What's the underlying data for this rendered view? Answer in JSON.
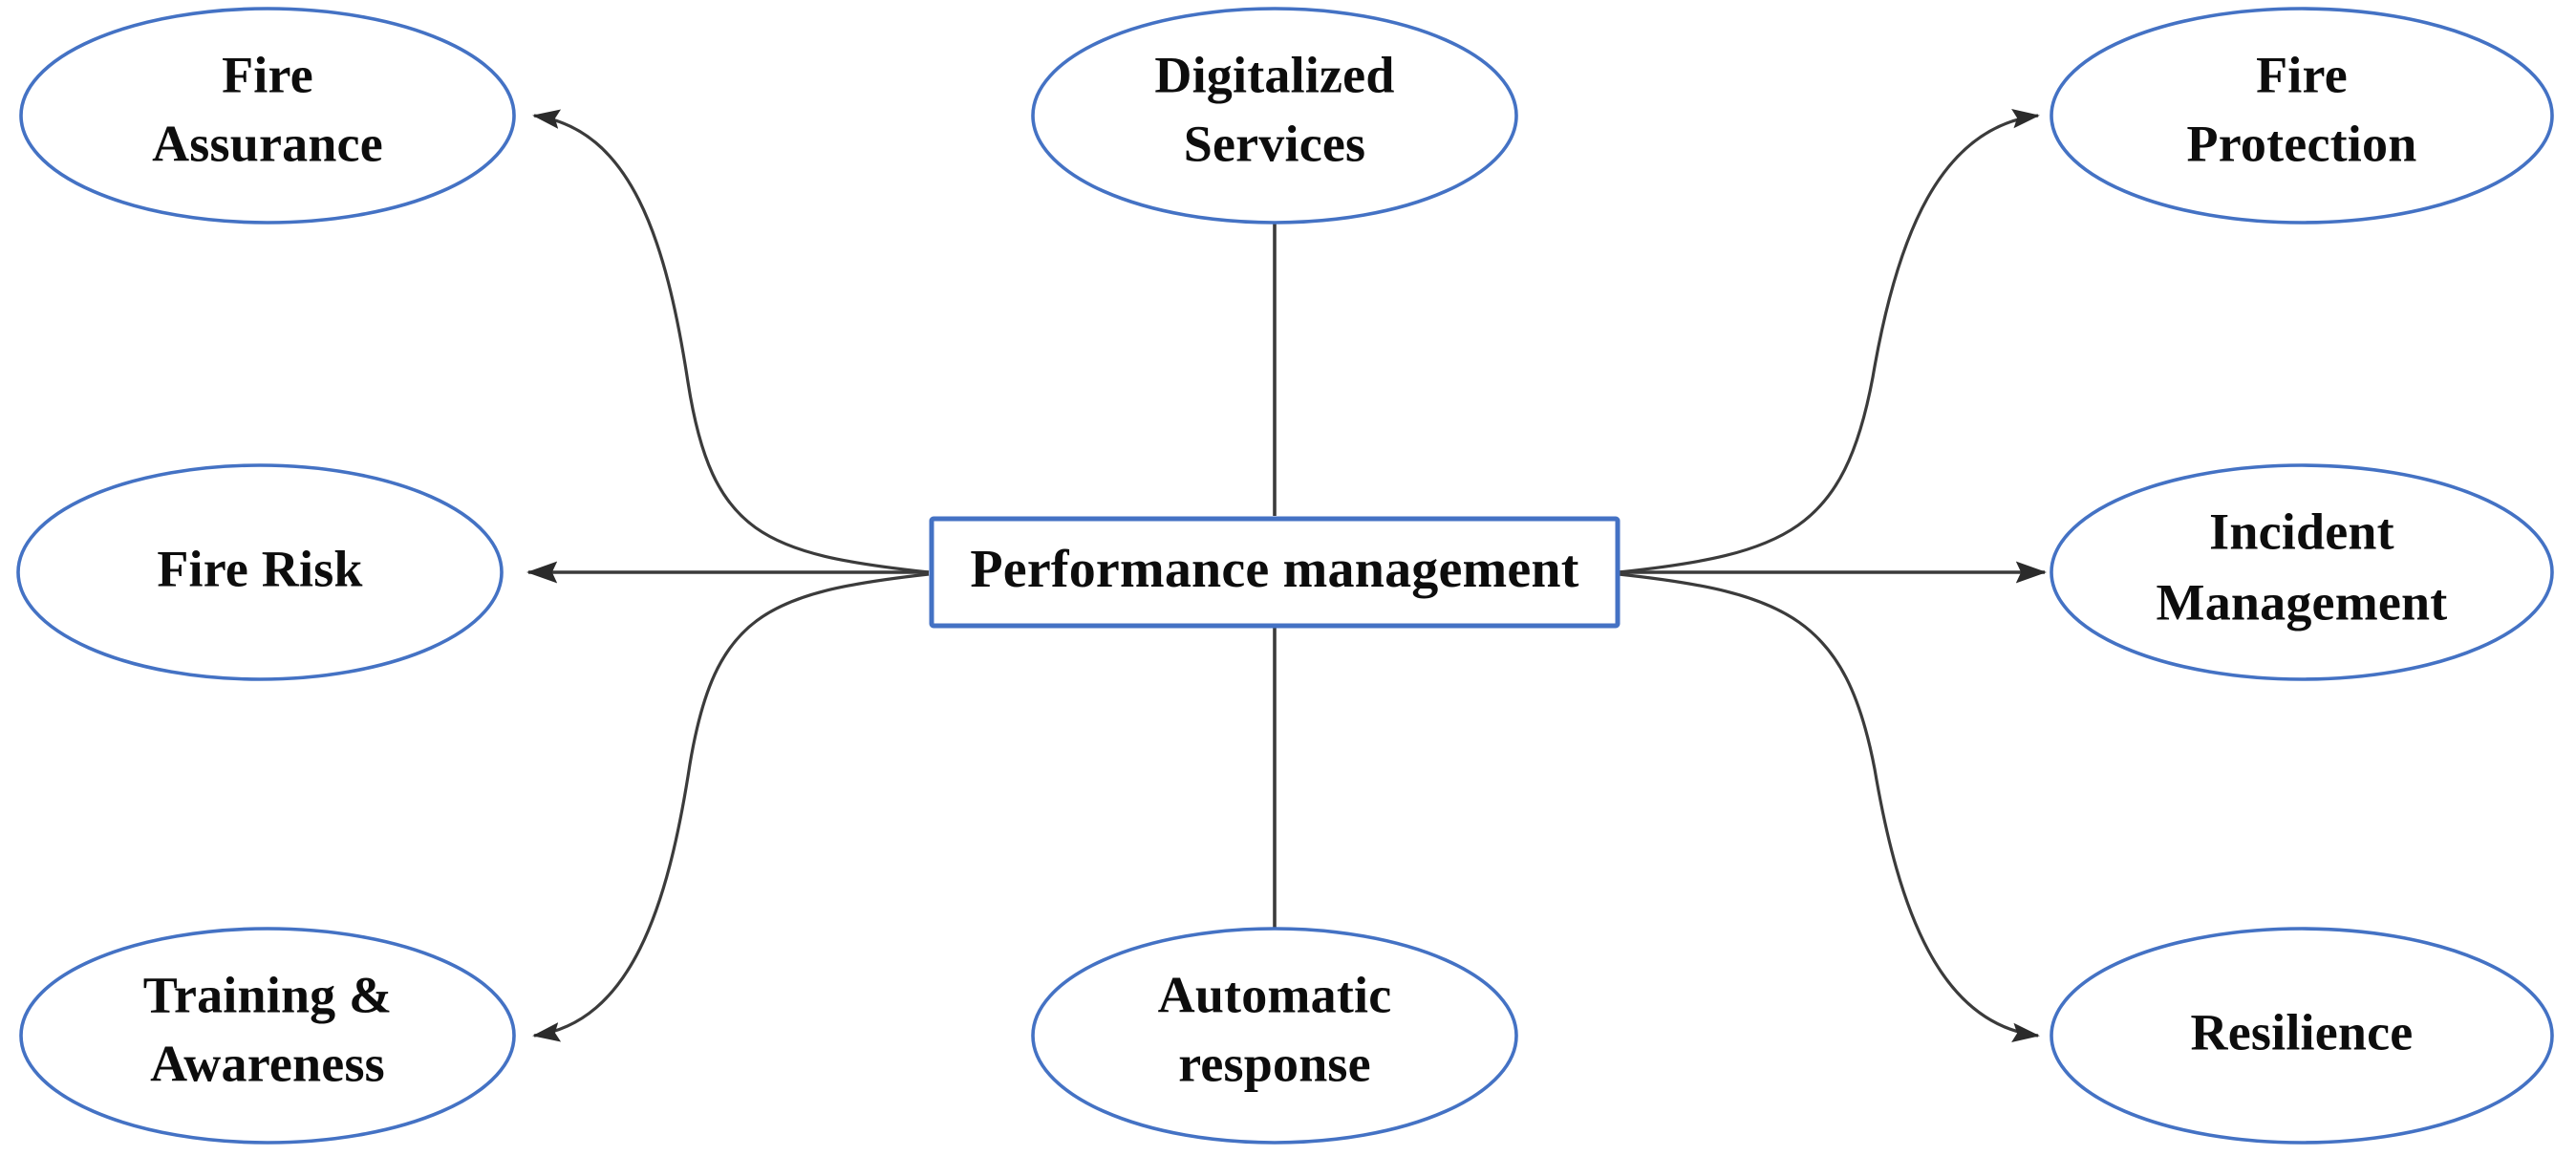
{
  "diagram": {
    "type": "hub-and-spoke-mind-map",
    "background_color": "#ffffff",
    "shape_border_color": "#4472C4",
    "shape_fill_color": "#ffffff",
    "connector_color": "#3b3b3b",
    "text_color": "#0d0d0d",
    "center": {
      "id": "performance-management",
      "shape": "rectangle",
      "label_line1": "Performance management"
    },
    "nodes": [
      {
        "id": "fire-assurance",
        "shape": "ellipse",
        "position": "top-left",
        "label_line1": "Fire",
        "label_line2": "Assurance",
        "connector": "curve",
        "arrow_direction": "to-node"
      },
      {
        "id": "fire-risk",
        "shape": "ellipse",
        "position": "middle-left",
        "label_line1": "Fire Risk",
        "label_line2": "",
        "connector": "straight",
        "arrow_direction": "to-node"
      },
      {
        "id": "training-awareness",
        "shape": "ellipse",
        "position": "bottom-left",
        "label_line1": "Training &",
        "label_line2": "Awareness",
        "connector": "curve",
        "arrow_direction": "to-node"
      },
      {
        "id": "digitalized-services",
        "shape": "ellipse",
        "position": "top-center",
        "label_line1": "Digitalized",
        "label_line2": "Services",
        "connector": "straight",
        "arrow_direction": "to-node"
      },
      {
        "id": "automatic-response",
        "shape": "ellipse",
        "position": "bottom-center",
        "label_line1": "Automatic",
        "label_line2": "response",
        "connector": "straight",
        "arrow_direction": "to-node"
      },
      {
        "id": "fire-protection",
        "shape": "ellipse",
        "position": "top-right",
        "label_line1": "Fire",
        "label_line2": "Protection",
        "connector": "curve",
        "arrow_direction": "to-node"
      },
      {
        "id": "incident-management",
        "shape": "ellipse",
        "position": "middle-right",
        "label_line1": "Incident",
        "label_line2": "Management",
        "connector": "straight",
        "arrow_direction": "to-node"
      },
      {
        "id": "resilience",
        "shape": "ellipse",
        "position": "bottom-right",
        "label_line1": "Resilience",
        "label_line2": "",
        "connector": "curve",
        "arrow_direction": "to-node"
      }
    ]
  }
}
